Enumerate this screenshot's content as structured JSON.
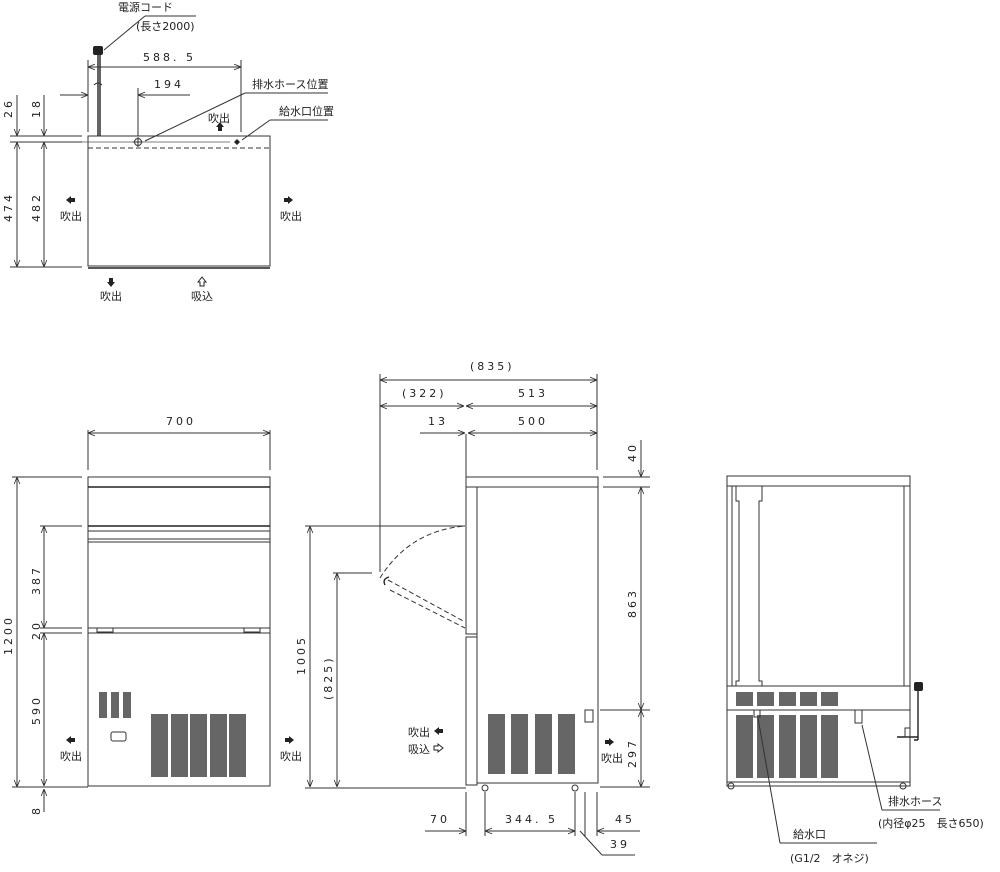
{
  "drawing": {
    "top_view": {
      "power_cord_label": "電源コード",
      "power_cord_length": "(長さ2000)",
      "drain_hose_position": "排水ホース位置",
      "water_inlet_position": "給水口位置",
      "dim_cord_to_inlet": "588. 5",
      "dim_cord_to_drain": "194",
      "dim_26": "26",
      "dim_18": "18",
      "dim_474": "474",
      "dim_482": "482",
      "exhaust_label": "吹出",
      "intake_label": "吸込"
    },
    "front_view": {
      "width": "700",
      "total_height": "1200",
      "dim_387": "387",
      "dim_20": "20",
      "dim_590": "590",
      "dim_8": "8",
      "exhaust_left": "吹出",
      "exhaust_right": "吹出"
    },
    "side_view": {
      "overall_depth": "(835)",
      "door_swing": "(322)",
      "depth_513": "513",
      "dim_13": "13",
      "body_depth": "500",
      "dim_40": "40",
      "dim_863": "863",
      "dim_297": "297",
      "dim_1005": "1005",
      "dim_825": "(825)",
      "dim_70": "70",
      "dim_344_5": "344. 5",
      "dim_45": "45",
      "dim_39": "39",
      "exhaust_label": "吹出",
      "intake_label": "吸込",
      "exhaust_right": "吹出"
    },
    "rear_view": {
      "drain_hose_label": "排水ホース",
      "drain_hose_spec": "(内径φ25　長さ650)",
      "water_inlet_label": "給水口",
      "water_inlet_spec": "(G1/2　オネジ)"
    }
  }
}
